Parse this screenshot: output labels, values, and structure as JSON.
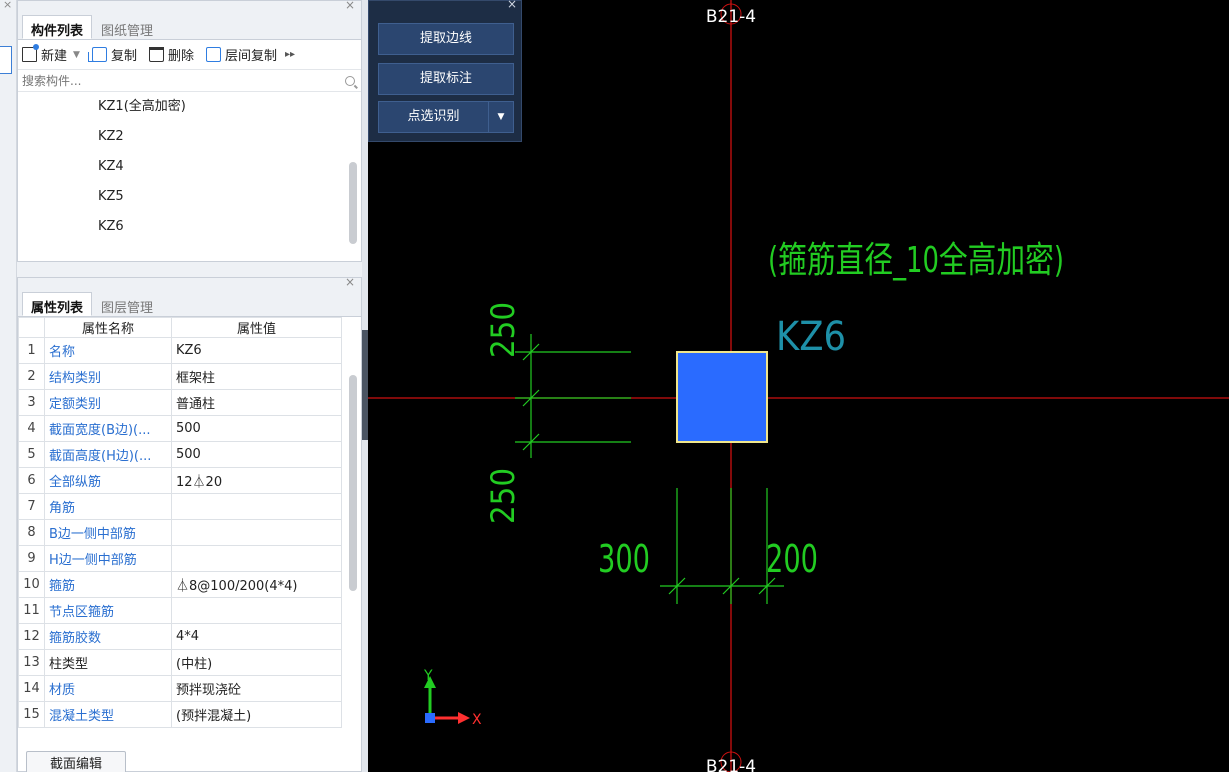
{
  "component_panel": {
    "tabs": [
      {
        "label": "构件列表",
        "active": true
      },
      {
        "label": "图纸管理",
        "active": false
      }
    ],
    "toolbar": {
      "new_label": "新建",
      "copy_label": "复制",
      "delete_label": "删除",
      "layer_copy_label": "层间复制"
    },
    "search_placeholder": "搜索构件...",
    "items": [
      "KZ1(全高加密)",
      "KZ2",
      "KZ4",
      "KZ5",
      "KZ6"
    ]
  },
  "property_panel": {
    "tabs": [
      {
        "label": "属性列表",
        "active": true
      },
      {
        "label": "图层管理",
        "active": false
      }
    ],
    "headers": {
      "name": "属性名称",
      "value": "属性值"
    },
    "rows": [
      {
        "idx": "1",
        "name": "名称",
        "value": "KZ6",
        "blue": true
      },
      {
        "idx": "2",
        "name": "结构类别",
        "value": "框架柱",
        "blue": true
      },
      {
        "idx": "3",
        "name": "定额类别",
        "value": "普通柱",
        "blue": true
      },
      {
        "idx": "4",
        "name": "截面宽度(B边)(...",
        "value": "500",
        "blue": true
      },
      {
        "idx": "5",
        "name": "截面高度(H边)(...",
        "value": "500",
        "blue": true
      },
      {
        "idx": "6",
        "name": "全部纵筋",
        "value": "12⏃20",
        "blue": true
      },
      {
        "idx": "7",
        "name": "角筋",
        "value": "",
        "blue": true
      },
      {
        "idx": "8",
        "name": "B边一侧中部筋",
        "value": "",
        "blue": true
      },
      {
        "idx": "9",
        "name": "H边一侧中部筋",
        "value": "",
        "blue": true
      },
      {
        "idx": "10",
        "name": "箍筋",
        "value": "⏃8@100/200(4*4)",
        "blue": true
      },
      {
        "idx": "11",
        "name": "节点区箍筋",
        "value": "",
        "blue": true
      },
      {
        "idx": "12",
        "name": "箍筋胶数",
        "value": "4*4",
        "blue": true
      },
      {
        "idx": "13",
        "name": "柱类型",
        "value": "(中柱)",
        "blue": false
      },
      {
        "idx": "14",
        "name": "材质",
        "value": "预拌现浇砼",
        "blue": true
      },
      {
        "idx": "15",
        "name": "混凝土类型",
        "value": "(预拌混凝土)",
        "blue": true
      }
    ],
    "section_edit_label": "截面编辑"
  },
  "tool_window": {
    "extract_edge_label": "提取边线",
    "extract_annotation_label": "提取标注",
    "point_recognize_label": "点选识别"
  },
  "cad": {
    "axis_label_top": "B21-4",
    "axis_label_bottom": "B21-4",
    "annotation_text": "(箍筋直径_10全高加密)",
    "column_label": "KZ6",
    "dim_top": "250",
    "dim_bottom": "250",
    "dim_left": "300",
    "dim_right": "200",
    "ucs_y": "Y",
    "ucs_x": "X",
    "colors": {
      "column_fill": "#2a6bff",
      "column_border": "#f0e68c",
      "axis_line": "#cc1010",
      "dimension": "#22cc22",
      "column_label": "#1e90a8"
    }
  }
}
